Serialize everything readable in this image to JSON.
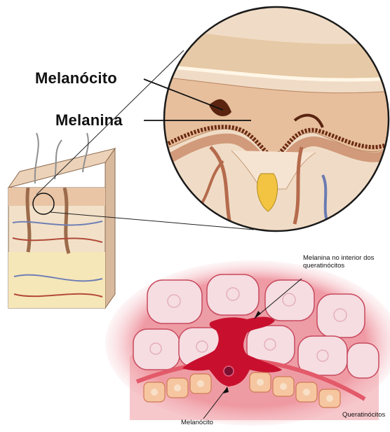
{
  "labels": {
    "melanocito_top": "Melanócito",
    "melanina_top": "Melanina",
    "melanina_interior_line1": "Melanina no interior dos",
    "melanina_interior_line2": "queratinócitos",
    "melanocito_bottom": "Melanócito",
    "queratinocitos": "Queratinócitos"
  },
  "colors": {
    "epidermis": "#e9c8ae",
    "dermis": "#f1dcc7",
    "pigment": "#6b2a12",
    "cell_fill": "#f3d9df",
    "cell_border": "#c2455a",
    "melanocyte_red": "#c8102e",
    "basal_cell": "#f4c59d"
  }
}
